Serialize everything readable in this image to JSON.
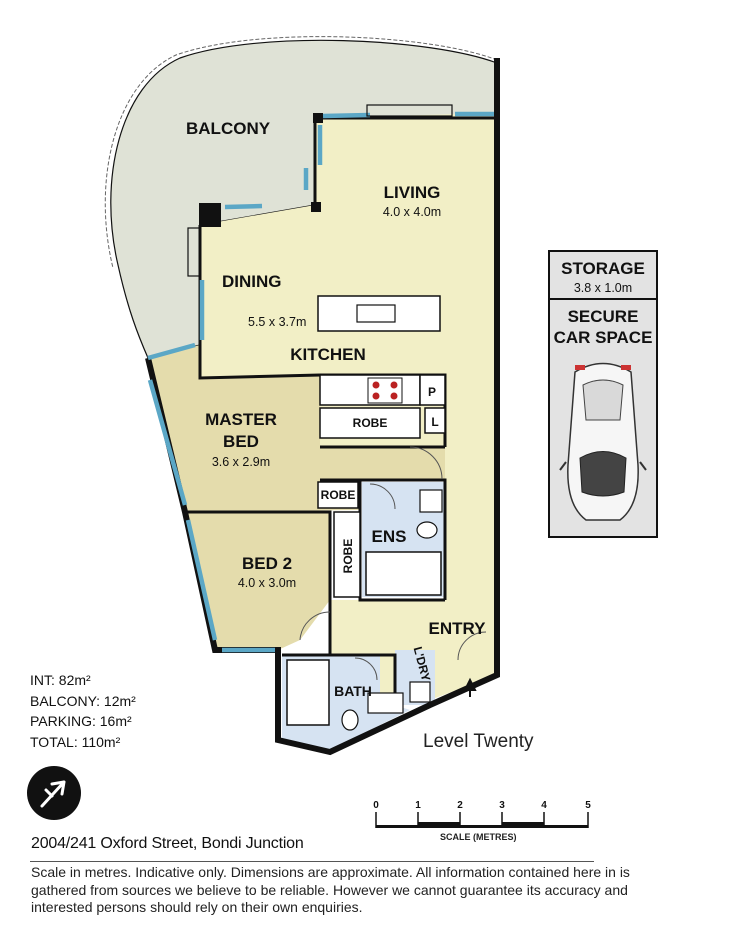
{
  "rooms": {
    "balcony": "BALCONY",
    "living": {
      "name": "LIVING",
      "dim": "4.0 x 4.0m"
    },
    "dining": "DINING",
    "dining_dim": "5.5 x 3.7m",
    "kitchen": "KITCHEN",
    "pantry": "P",
    "robe_master": "ROBE",
    "linen": "L",
    "master_bed": {
      "line1": "MASTER",
      "line2": "BED",
      "dim": "3.6 x 2.9m"
    },
    "robe_small": "ROBE",
    "ensuite": "ENS",
    "robe_bed2": "ROBE",
    "bed2": {
      "name": "BED 2",
      "dim": "4.0 x 3.0m"
    },
    "entry": "ENTRY",
    "laundry": "L'DRY",
    "bath": "BATH"
  },
  "storage": {
    "name": "STORAGE",
    "dim": "3.8 x 1.0m"
  },
  "car_space": {
    "line1": "SECURE",
    "line2": "CAR SPACE"
  },
  "areas": [
    {
      "label": "INT: 82m²"
    },
    {
      "label": "BALCONY: 12m²"
    },
    {
      "label": "PARKING: 16m²"
    },
    {
      "label": "TOTAL: 110m²"
    }
  ],
  "level": "Level Twenty",
  "address": "2004/241 Oxford Street, Bondi Junction",
  "scale": {
    "ticks": [
      "0",
      "1",
      "2",
      "3",
      "4",
      "5"
    ],
    "title": "SCALE (METRES)"
  },
  "disclaimer": "Scale in metres. Indicative only. Dimensions are approximate. All information contained here in is gathered from sources we believe to be reliable. However we cannot guarantee its accuracy and interested persons should rely on their own enquiries.",
  "colors": {
    "floor": "#f2efc6",
    "bedroom": "#e4dcac",
    "wet": "#d6e3f2",
    "balcony": "#dfe2d6",
    "window": "#5ba7c6",
    "wall": "#111111"
  }
}
